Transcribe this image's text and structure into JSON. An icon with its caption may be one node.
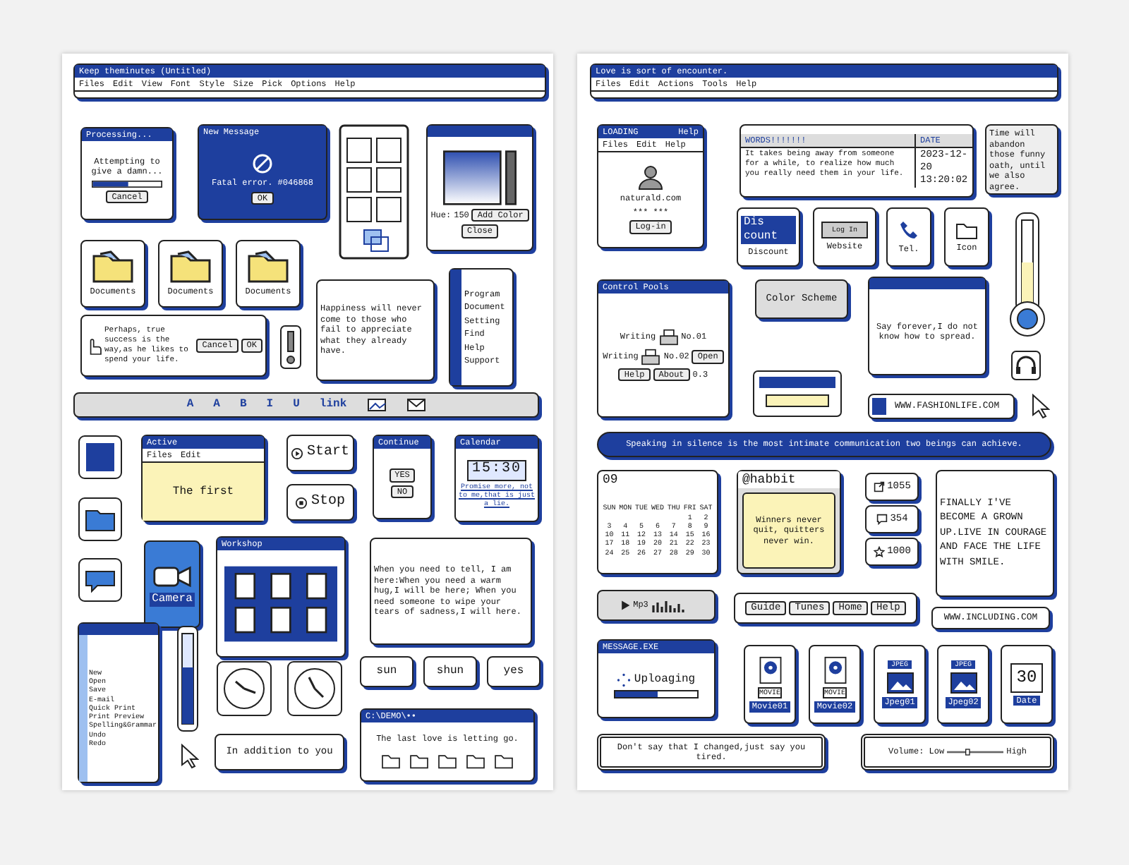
{
  "diagram": {
    "nodes": [
      {
        "text": [
          "Keep theminutes (Untitled)",
          "Files",
          "Edit",
          "View",
          "Font",
          "Style",
          "Size",
          "Pick",
          "Options",
          "Help"
        ]
      },
      {
        "text": [
          "Processing...",
          "Attempting to give a damn...",
          "Cancel"
        ]
      },
      {
        "text": [
          "New Message",
          "Fatal error. #046868",
          "OK"
        ]
      },
      {
        "text": [
          "Hue:",
          "150",
          "Add Color",
          "Close"
        ]
      },
      {
        "text": [
          "Documents"
        ]
      },
      {
        "text": [
          "Documents"
        ]
      },
      {
        "text": [
          "Documents"
        ]
      },
      {
        "text": [
          "Happiness will never come to those who fail to appreciate what they already have."
        ]
      },
      {
        "text": [
          "Program",
          "Document",
          "Setting",
          "Find",
          "Help",
          "Support"
        ]
      },
      {
        "text": [
          "Perhaps, true success is the way,as he likes to spend your life.",
          "Cancel",
          "OK"
        ]
      },
      {
        "text": [
          "A",
          "A",
          "B",
          "I",
          "U",
          "link"
        ]
      },
      {
        "text": [
          "Active",
          "Files",
          "Edit",
          "The first"
        ]
      },
      {
        "text": [
          "Start"
        ]
      },
      {
        "text": [
          "Stop"
        ]
      },
      {
        "text": [
          "Continue",
          "YES",
          "NO"
        ]
      },
      {
        "text": [
          "Calendar",
          "15:30",
          "Promise more, not to me,that is just a lie."
        ]
      },
      {
        "text": [
          "Camera"
        ]
      },
      {
        "text": [
          "Workshop"
        ]
      },
      {
        "text": [
          "When you need to tell, I am here:When you need a warm hug,I will be here; When you need someone to wipe your tears of sadness,I will here."
        ]
      },
      {
        "text": [
          "New",
          "Open",
          "Save",
          "E-mail",
          "Quick Print",
          "Print Preview",
          "Spelling&Grammar",
          "Undo",
          "Redo"
        ]
      },
      {
        "text": [
          "sun"
        ]
      },
      {
        "text": [
          "shun"
        ]
      },
      {
        "text": [
          "yes"
        ]
      },
      {
        "text": [
          "In addition to you"
        ]
      },
      {
        "text": [
          "C:\\DEMO\\••",
          "The last love is letting go."
        ]
      },
      {
        "text": [
          "Love is sort of encounter.",
          "Files",
          "Edit",
          "Actions",
          "Tools",
          "Help"
        ]
      },
      {
        "text": [
          "LOADING",
          "Help",
          "Files",
          "Edit",
          "Help",
          "naturald.com",
          "*** ***",
          "Log-in"
        ]
      },
      {
        "text": [
          "WORDS!!!!!!!",
          "DATE",
          "It takes being away from someone for a while, to realize how much you really need them in your life.",
          "2023-12-20 13:20:02"
        ]
      },
      {
        "text": [
          "Time will abandon those funny oath, until we also agree."
        ]
      },
      {
        "text": [
          "Dis count",
          "Discount"
        ]
      },
      {
        "text": [
          "Log In",
          "Website"
        ]
      },
      {
        "text": [
          "Tel."
        ]
      },
      {
        "text": [
          "Icon"
        ]
      },
      {
        "text": [
          "Control Pools",
          "Writing",
          "No.01",
          "Writing",
          "No.02",
          "Open",
          "Help",
          "About",
          "0.3"
        ]
      },
      {
        "text": [
          "Color Scheme"
        ]
      },
      {
        "text": [
          "Say forever,I do not know how to spread."
        ]
      },
      {
        "text": [
          "WWW.FASHIONLIFE.COM"
        ]
      },
      {
        "text": [
          "Speaking in silence is the most intimate communication two beings can achieve."
        ]
      },
      {
        "text": [
          "09",
          "SUN",
          "MON",
          "TUE",
          "WED",
          "THU",
          "FRI",
          "SAT",
          "1",
          "2",
          "3",
          "4",
          "5",
          "6",
          "7",
          "8",
          "9",
          "10",
          "11",
          "12",
          "13",
          "14",
          "15",
          "16",
          "17",
          "18",
          "19",
          "20",
          "21",
          "22",
          "23",
          "24",
          "25",
          "26",
          "27",
          "28",
          "29",
          "30"
        ]
      },
      {
        "text": [
          "@habbit",
          "Winners never quit, quitters never win."
        ]
      },
      {
        "text": [
          "1055"
        ]
      },
      {
        "text": [
          "354"
        ]
      },
      {
        "text": [
          "1000"
        ]
      },
      {
        "text": [
          "FINALLY I'VE BECOME A GROWN UP.LIVE IN COURAGE AND FACE THE LIFE WITH SMILE."
        ]
      },
      {
        "text": [
          "Mp3"
        ]
      },
      {
        "text": [
          "Guide",
          "Tunes",
          "Home",
          "Help"
        ]
      },
      {
        "text": [
          "WWW.INCLUDING.COM"
        ]
      },
      {
        "text": [
          "MESSAGE.EXE",
          "Uploaging"
        ]
      },
      {
        "text": [
          "MOVIE",
          "Movie01"
        ]
      },
      {
        "text": [
          "MOVIE",
          "Movie02"
        ]
      },
      {
        "text": [
          "JPEG",
          "Jpeg01"
        ]
      },
      {
        "text": [
          "JPEG",
          "Jpeg02"
        ]
      },
      {
        "text": [
          "30",
          "Date"
        ]
      },
      {
        "text": [
          "Don't say that I changed,just say you tired."
        ]
      },
      {
        "text": [
          "Volume: Low",
          "High"
        ]
      }
    ]
  }
}
